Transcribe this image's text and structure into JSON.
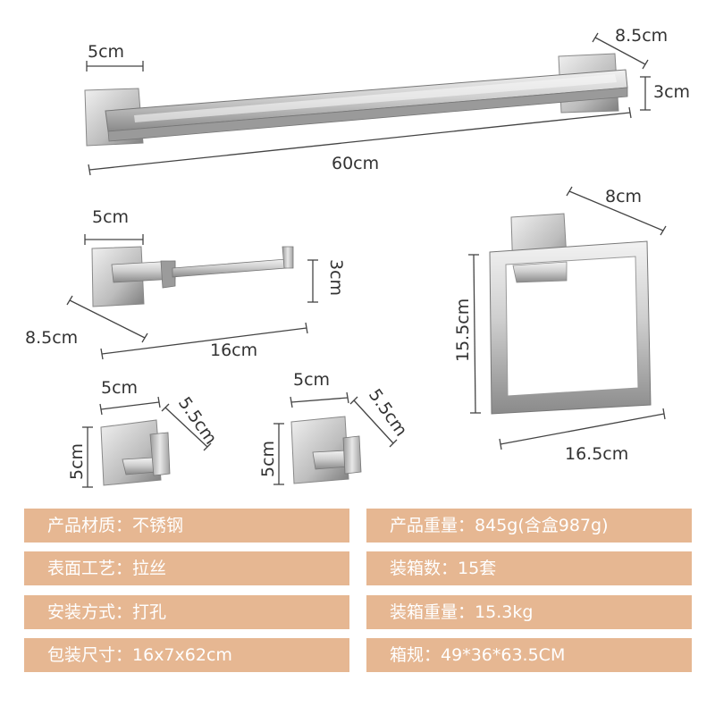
{
  "dimensions": {
    "towel_bar": {
      "width": "60cm",
      "depth": "8.5cm",
      "height": "3cm",
      "base": "5cm"
    },
    "paper_holder": {
      "base": "5cm",
      "height": "3cm",
      "depth": "8.5cm",
      "width": "16cm"
    },
    "towel_ring": {
      "depth": "8cm",
      "height": "15.5cm",
      "width": "16.5cm"
    },
    "hook_1": {
      "width": "5cm",
      "height": "5cm",
      "depth": "5.5cm"
    },
    "hook_2": {
      "width": "5cm",
      "height": "5cm",
      "depth": "5.5cm"
    }
  },
  "specs": {
    "left": [
      {
        "label": "产品材质：",
        "value": "不锈钢"
      },
      {
        "label": "表面工艺：",
        "value": "拉丝"
      },
      {
        "label": "安装方式：",
        "value": "打孔"
      },
      {
        "label": "包装尺寸：",
        "value": "16x7x62cm"
      }
    ],
    "right": [
      {
        "label": "产品重量：",
        "value": "845g(含盒987g)"
      },
      {
        "label": "装箱数：",
        "value": "15套"
      },
      {
        "label": "装箱重量：",
        "value": "15.3kg"
      },
      {
        "label": "箱规：",
        "value": "49*36*63.5CM"
      }
    ]
  },
  "colors": {
    "spec_bar": "#e6b792",
    "spec_text": "#ffffff",
    "dim_text": "#333333",
    "metal_light": "#e4e4e4",
    "metal_dark": "#8c8c8c"
  }
}
